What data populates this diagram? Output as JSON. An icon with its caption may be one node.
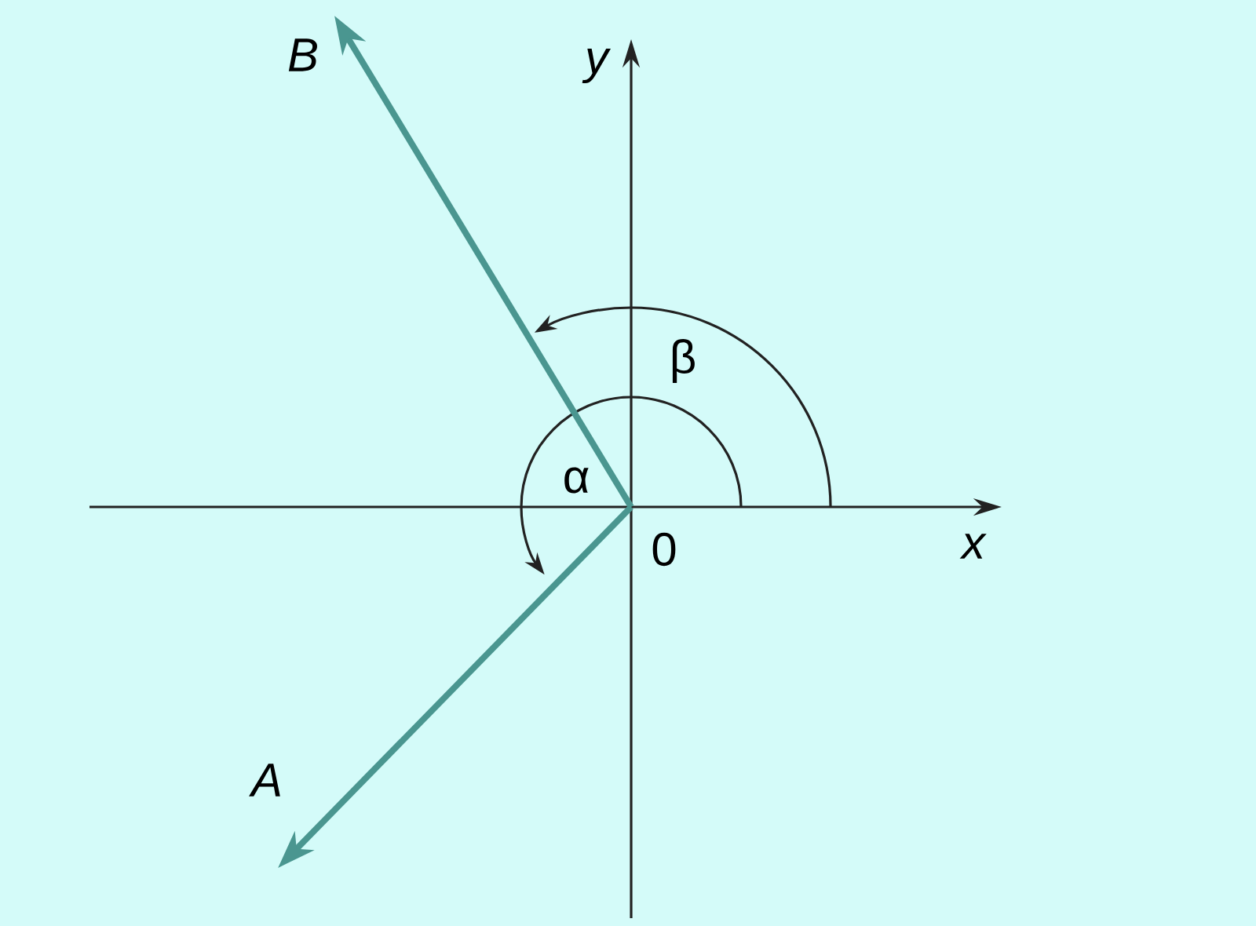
{
  "diagram": {
    "labels": [
      "B",
      "y",
      "β",
      "α",
      "0",
      "x",
      "A"
    ]
  }
}
